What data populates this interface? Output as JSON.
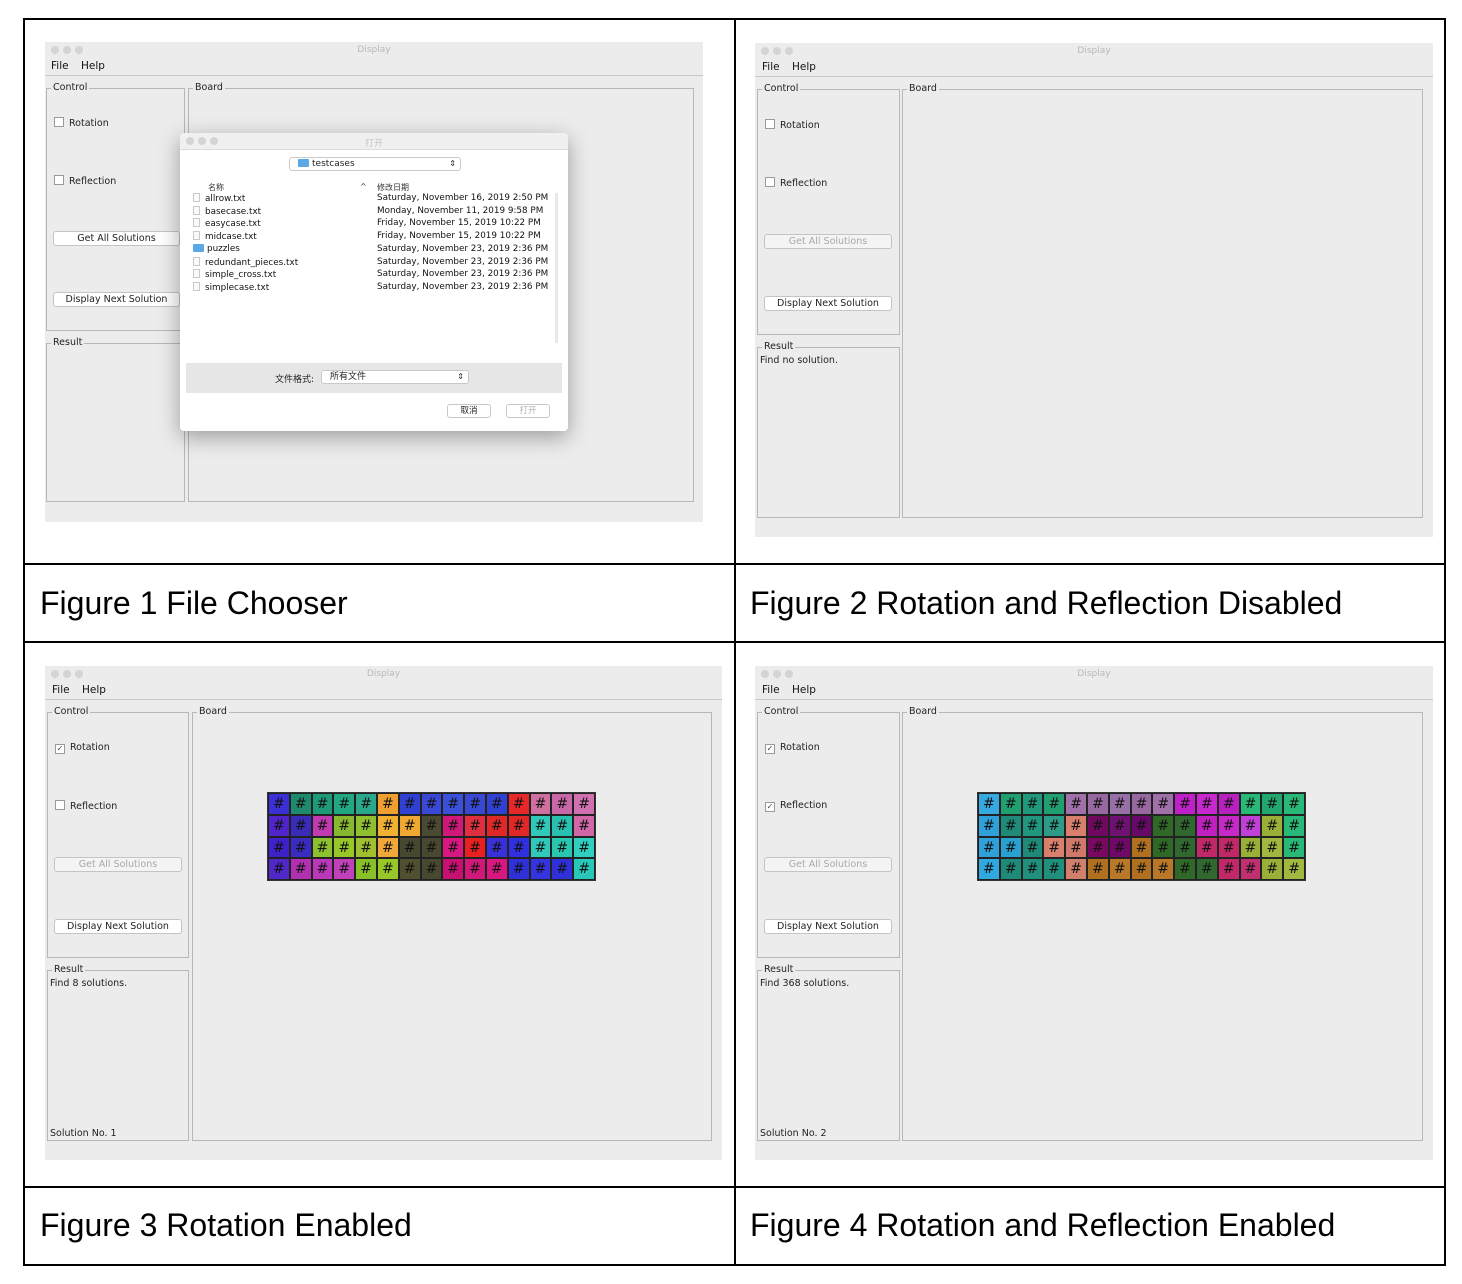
{
  "captions": [
    "Figure 1 File Chooser",
    "Figure 2 Rotation and Reflection Disabled",
    "Figure 3 Rotation Enabled",
    "Figure 4 Rotation and Reflection Enabled"
  ],
  "window": {
    "title": "Display",
    "menu_file": "File",
    "menu_help": "Help",
    "control_label": "Control",
    "board_label": "Board",
    "rotation_label": "Rotation",
    "reflection_label": "Reflection",
    "get_all_label": "Get All Solutions",
    "display_next_label": "Display Next Solution",
    "result_label": "Result",
    "check_mark": "✓"
  },
  "fig2": {
    "result_text": "Find no solution."
  },
  "fig3": {
    "result_text": "Find 8 solutions.",
    "solution_text": "Solution No. 1"
  },
  "fig4": {
    "result_text": "Find 368 solutions.",
    "solution_text": "Solution No. 2"
  },
  "dialog": {
    "title": "打开",
    "folder": "testcases",
    "col_name": "名称",
    "col_date": "修改日期",
    "sort_icon": "^",
    "files": [
      {
        "name": "allrow.txt",
        "date": "Saturday, November 16, 2019 2:50 PM",
        "type": "file"
      },
      {
        "name": "basecase.txt",
        "date": "Monday, November 11, 2019 9:58 PM",
        "type": "file"
      },
      {
        "name": "easycase.txt",
        "date": "Friday, November 15, 2019 10:22 PM",
        "type": "file"
      },
      {
        "name": "midcase.txt",
        "date": "Friday, November 15, 2019 10:22 PM",
        "type": "file"
      },
      {
        "name": "puzzles",
        "date": "Saturday, November 23, 2019 2:36 PM",
        "type": "folder"
      },
      {
        "name": "redundant_pieces.txt",
        "date": "Saturday, November 23, 2019 2:36 PM",
        "type": "file"
      },
      {
        "name": "simple_cross.txt",
        "date": "Saturday, November 23, 2019 2:36 PM",
        "type": "file"
      },
      {
        "name": "simplecase.txt",
        "date": "Saturday, November 23, 2019 2:36 PM",
        "type": "file"
      }
    ],
    "format_label": "文件格式:",
    "format_value": "所有文件",
    "cancel_label": "取消",
    "open_label": "打开"
  },
  "cell_symbol": "#",
  "boards": {
    "fig3": [
      [
        "#3b2fd6",
        "#1e8a6e",
        "#1e9a78",
        "#20a880",
        "#2aa88c",
        "#f0a030",
        "#3040d0",
        "#3a48d6",
        "#3a50d8",
        "#3848d4",
        "#3040d0",
        "#e82828",
        "#d070a0",
        "#c868a8",
        "#d070b0"
      ],
      [
        "#5024c8",
        "#3a2cb8",
        "#c03ab0",
        "#88b830",
        "#90c030",
        "#f0b030",
        "#f0a830",
        "#4a4a30",
        "#d01878",
        "#e03040",
        "#e02828",
        "#e02828",
        "#30c8b8",
        "#28c0b0",
        "#d068a8"
      ],
      [
        "#4020c8",
        "#3a2cc0",
        "#8cc030",
        "#98c828",
        "#a0c030",
        "#f0a838",
        "#484830",
        "#484830",
        "#d81880",
        "#e82020",
        "#3830d8",
        "#3030e0",
        "#30c8b8",
        "#28c8b0",
        "#30d0c0"
      ],
      [
        "#5028c8",
        "#b030b0",
        "#b838b8",
        "#c040b8",
        "#88c028",
        "#98c828",
        "#505030",
        "#484830",
        "#c81070",
        "#d01878",
        "#d81880",
        "#3030d8",
        "#3434e0",
        "#3030d8",
        "#28c8b8"
      ]
    ],
    "fig4": [
      [
        "#38a8e0",
        "#20a070",
        "#20987c",
        "#20a070",
        "#a070a8",
        "#9868a0",
        "#9870a8",
        "#9868a0",
        "#a070a8",
        "#c020c8",
        "#c828d0",
        "#b820c0",
        "#28b878",
        "#20a870",
        "#28b878"
      ],
      [
        "#30a0d8",
        "#208a78",
        "#209880",
        "#2c9c88",
        "#d8806c",
        "#700860",
        "#701070",
        "#680868",
        "#306828",
        "#306830",
        "#c020c0",
        "#c828c8",
        "#c040d8",
        "#98b038",
        "#28b878"
      ],
      [
        "#30a0d8",
        "#28a0d0",
        "#208a78",
        "#d8806c",
        "#d0786c",
        "#780860",
        "#700868",
        "#b07020",
        "#306828",
        "#306830",
        "#c02868",
        "#c02868",
        "#98b038",
        "#a0b840",
        "#28b878"
      ],
      [
        "#30a8e0",
        "#208a78",
        "#20907c",
        "#20907c",
        "#d0806c",
        "#b07020",
        "#b87828",
        "#b07020",
        "#b87828",
        "#306828",
        "#306830",
        "#c02868",
        "#c03070",
        "#98b038",
        "#a0b840"
      ]
    ]
  }
}
